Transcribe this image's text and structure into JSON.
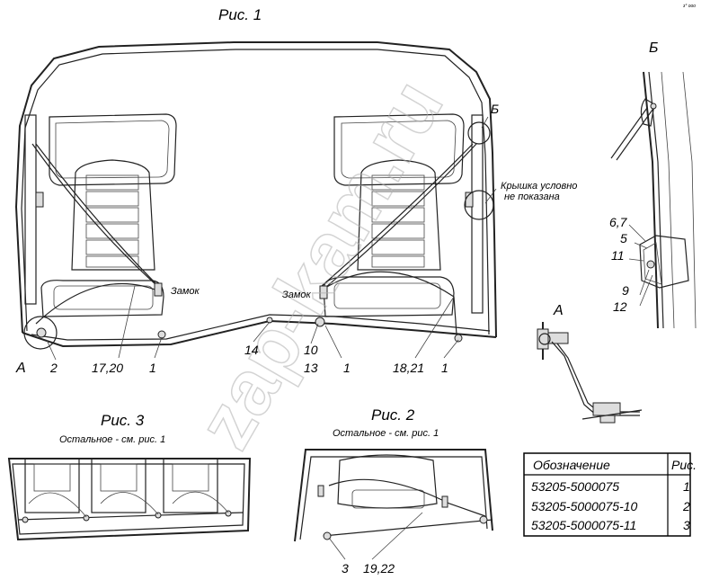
{
  "figures": {
    "fig1_title": "Рис. 1",
    "fig2_title": "Рис. 2",
    "fig2_note": "Остальное - см. рис. 1",
    "fig3_title": "Рис. 3",
    "fig3_note": "Остальное - см. рис. 1"
  },
  "views": {
    "b_title": "Б",
    "a_title": "А",
    "b_marker": "Б",
    "a_marker": "А"
  },
  "callouts": {
    "cover_line1": "Крышка условно",
    "cover_line2": "не показана",
    "lock_left": "Замок",
    "lock_right": "Замок",
    "n2": "2",
    "n17_20": "17,20",
    "n1_a": "1",
    "n14": "14",
    "n10": "10",
    "n13": "13",
    "n1_b": "1",
    "n18_21": "18,21",
    "n1_c": "1",
    "n67": "6,7",
    "n5": "5",
    "n11": "11",
    "n9": "9",
    "n12": "12",
    "n3": "3",
    "n19_22": "19,22"
  },
  "table": {
    "header_designation": "Обозначение",
    "header_fig": "Рис.",
    "rows": [
      {
        "designation": "53205-5000075",
        "fig": "1"
      },
      {
        "designation": "53205-5000075-10",
        "fig": "2"
      },
      {
        "designation": "53205-5000075-11",
        "fig": "3"
      }
    ]
  },
  "watermark": "zap-kam.ru",
  "corner_mark": "з° ооо"
}
